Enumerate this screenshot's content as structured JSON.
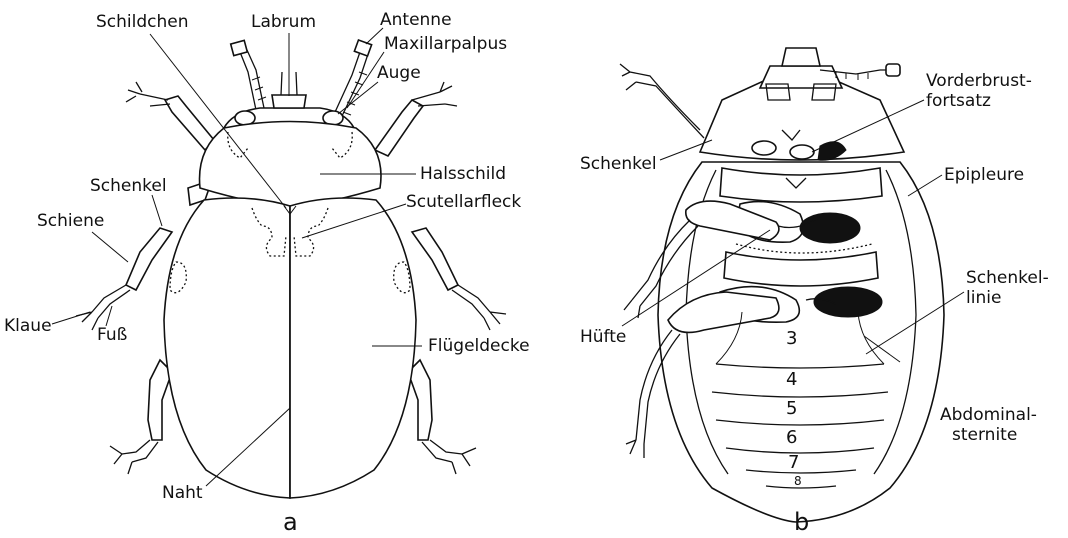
{
  "panels": {
    "a": {
      "letter": "a",
      "labels": {
        "schildchen": "Schildchen",
        "labrum": "Labrum",
        "antenne": "Antenne",
        "maxillarpalpus": "Maxillarpalpus",
        "auge": "Auge",
        "halsschild": "Halsschild",
        "scutellarfleck": "Scutellarfleck",
        "schenkel": "Schenkel",
        "schiene": "Schiene",
        "klaue": "Klaue",
        "fuss": "Fuß",
        "fluegeldecke": "Flügeldecke",
        "naht": "Naht"
      }
    },
    "b": {
      "letter": "b",
      "labels": {
        "vorderbrust_1": "Vorderbrust-",
        "vorderbrust_2": "fortsatz",
        "schenkel": "Schenkel",
        "epipleure": "Epipleure",
        "schenkellinie_1": "Schenkel-",
        "schenkellinie_2": "linie",
        "huefte": "Hüfte",
        "abdominal_1": "Abdominal-",
        "abdominal_2": "sternite"
      },
      "segments": [
        "3",
        "4",
        "5",
        "6",
        "7",
        "8"
      ]
    }
  }
}
